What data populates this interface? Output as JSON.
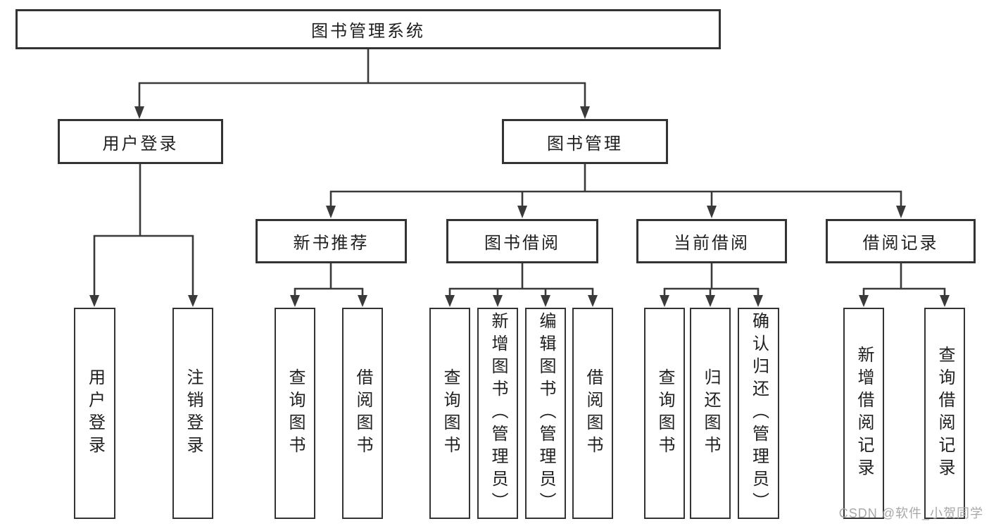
{
  "diagram": {
    "root": {
      "label": "图书管理系统"
    },
    "level2": [
      {
        "label": "用户登录"
      },
      {
        "label": "图书管理"
      }
    ],
    "level3": [
      {
        "label": "新书推荐"
      },
      {
        "label": "图书借阅"
      },
      {
        "label": "当前借阅"
      },
      {
        "label": "借阅记录"
      }
    ],
    "level4": [
      {
        "label": "用户登录"
      },
      {
        "label": "注销登录"
      },
      {
        "label": "查询图书"
      },
      {
        "label": "借阅图书"
      },
      {
        "label": "查询图书"
      },
      {
        "label": "新增图书（管理员）"
      },
      {
        "label": "编辑图书（管理员）"
      },
      {
        "label": "借阅图书"
      },
      {
        "label": "查询图书"
      },
      {
        "label": "归还图书"
      },
      {
        "label": "确认归还（管理员）"
      },
      {
        "label": "新增借阅记录"
      },
      {
        "label": "查询借阅记录"
      }
    ]
  },
  "watermark": {
    "text": "CSDN @软件_小贺同学"
  },
  "colors": {
    "line": "#3a3a3a",
    "box_border": "#333333",
    "text": "#1f1f1f",
    "watermark": "#a8a8a8",
    "background": "#ffffff"
  }
}
